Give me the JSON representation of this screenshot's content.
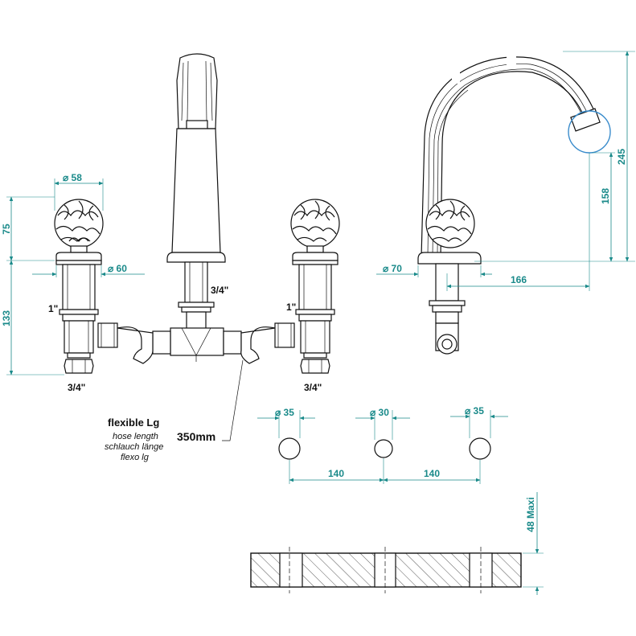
{
  "dimensions": {
    "d58": "⌀ 58",
    "d60": "⌀ 60",
    "d70": "⌀ 70",
    "h75": "75",
    "h133": "133",
    "h245": "245",
    "h158": "158",
    "w166": "166",
    "d35a": "⌀ 35",
    "d30": "⌀ 30",
    "d35b": "⌀ 35",
    "s140a": "140",
    "s140b": "140",
    "max48": "48 Maxi"
  },
  "threads": {
    "inch1_left": "1\"",
    "inch1_right": "1\"",
    "inch34_spout": "3/4\"",
    "inch34_left": "3/4\"",
    "inch34_right": "3/4\""
  },
  "hose": {
    "title": "flexible Lg",
    "en": "hose length",
    "de": "schlauch länge",
    "it": "flexo lg",
    "length": "350mm"
  },
  "colors": {
    "dimension": "#1a8a8a",
    "outline": "#111111"
  }
}
